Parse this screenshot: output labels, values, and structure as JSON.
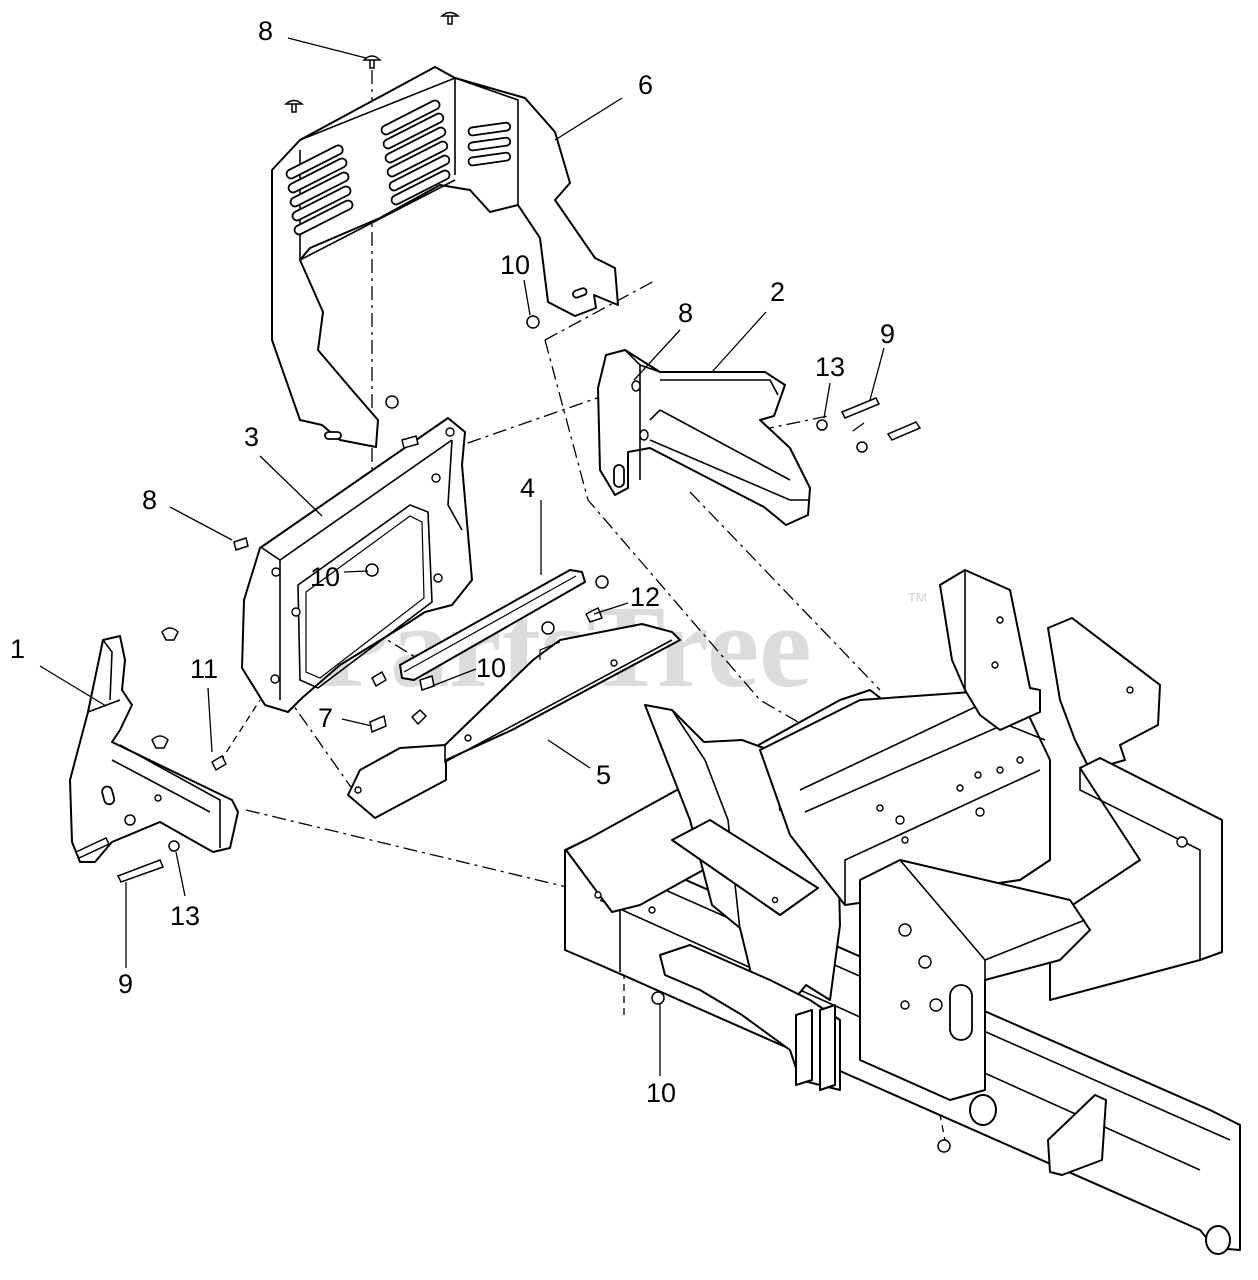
{
  "watermark": {
    "text": "PartsTree",
    "trademark": "TM"
  },
  "callouts": [
    {
      "id": "c8a",
      "label": "8"
    },
    {
      "id": "c6",
      "label": "6"
    },
    {
      "id": "c10a",
      "label": "10"
    },
    {
      "id": "c2",
      "label": "2"
    },
    {
      "id": "c8b",
      "label": "8"
    },
    {
      "id": "c13a",
      "label": "13"
    },
    {
      "id": "c9a",
      "label": "9"
    },
    {
      "id": "c3",
      "label": "3"
    },
    {
      "id": "c8c",
      "label": "8"
    },
    {
      "id": "c4",
      "label": "4"
    },
    {
      "id": "c10b",
      "label": "10"
    },
    {
      "id": "c12",
      "label": "12"
    },
    {
      "id": "c1",
      "label": "1"
    },
    {
      "id": "c11",
      "label": "11"
    },
    {
      "id": "c10c",
      "label": "10"
    },
    {
      "id": "c7",
      "label": "7"
    },
    {
      "id": "c5",
      "label": "5"
    },
    {
      "id": "c13b",
      "label": "13"
    },
    {
      "id": "c9b",
      "label": "9"
    },
    {
      "id": "c10d",
      "label": "10"
    }
  ]
}
